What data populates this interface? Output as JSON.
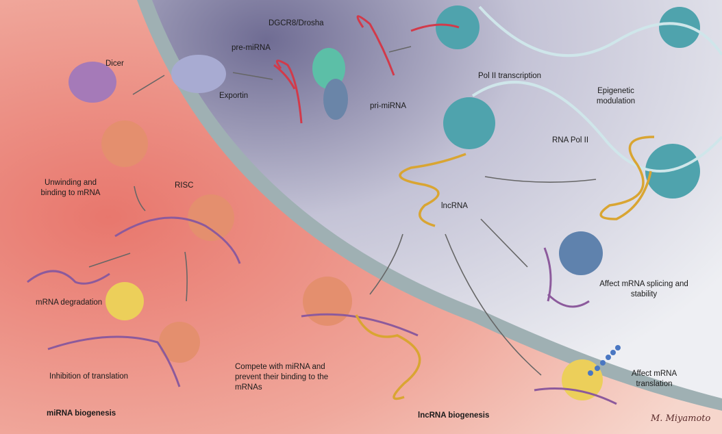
{
  "labels": {
    "dgcr8": "DGCR8/Drosha",
    "pre_mirna": "pre-miRNA",
    "dicer": "Dicer",
    "exportin": "Exportin",
    "pri_mirna": "pri-miRNA",
    "pol2_transcription": "Pol II transcription",
    "epigenetic": "Epigenetic modulation",
    "rna_pol2": "RNA Pol II",
    "unwinding": "Unwinding and binding to mRNA",
    "risc": "RISC",
    "lncrna": "lncRNA",
    "mrna_degradation": "mRNA degradation",
    "affect_splicing": "Affect mRNA splicing and stability",
    "compete": "Compete with miRNA and prevent their binding to the mRNAs",
    "inhibition": "Inhibition of translation",
    "affect_translation": "Affect mRNA translation",
    "mirna_biogenesis": "miRNA biogenesis",
    "lncrna_biogenesis": "lncRNA biogenesis"
  },
  "signature": "M. Miyamoto",
  "colors": {
    "cytoplasm": "#e98a80",
    "nucleus": "#b9b8cc",
    "mirna": "#d23a4a",
    "lncrna": "#d9a532",
    "mrna": "#8c5a9c",
    "polII": "#4fa3ad"
  }
}
